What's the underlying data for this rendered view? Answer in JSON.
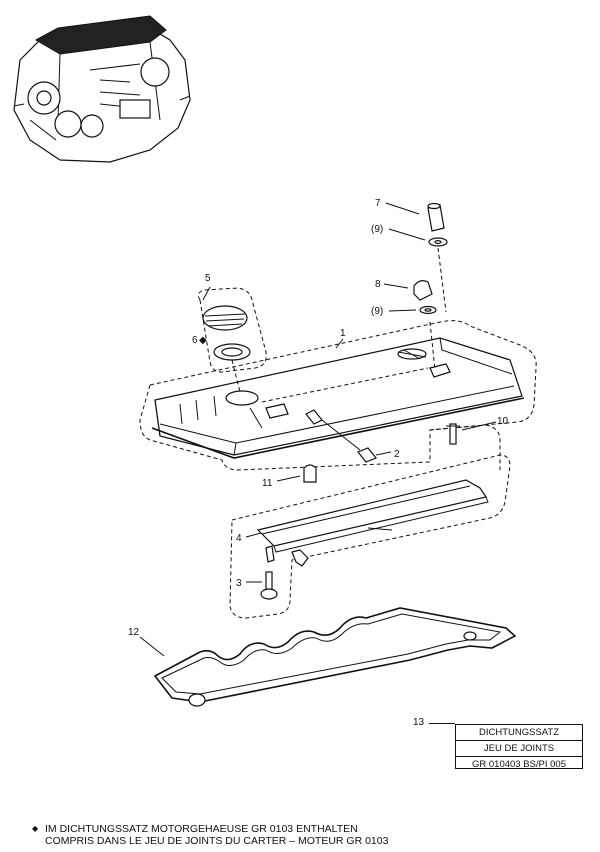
{
  "callouts": {
    "c1": "1",
    "c2": "2",
    "c3": "3",
    "c4": "4",
    "c5": "5",
    "c6": "6",
    "c6_marker": "◆",
    "c7": "7",
    "c8": "8",
    "c9a": "(9)",
    "c9b": "(9)",
    "c10": "10",
    "c11": "11",
    "c12": "12",
    "c13": "13"
  },
  "gasket_kit": {
    "title_de": "DICHTUNGSSATZ",
    "title_fr": "JEU DE JOINTS",
    "reference": "GR 010403 BS/PI 005"
  },
  "footnote": {
    "marker": "◆",
    "line1": "IM DICHTUNGSSATZ MOTORGEHAEUSE GR 0103 ENTHALTEN",
    "line2": "COMPRIS DANS LE JEU DE JOINTS DU CARTER – MOTEUR GR 0103"
  }
}
